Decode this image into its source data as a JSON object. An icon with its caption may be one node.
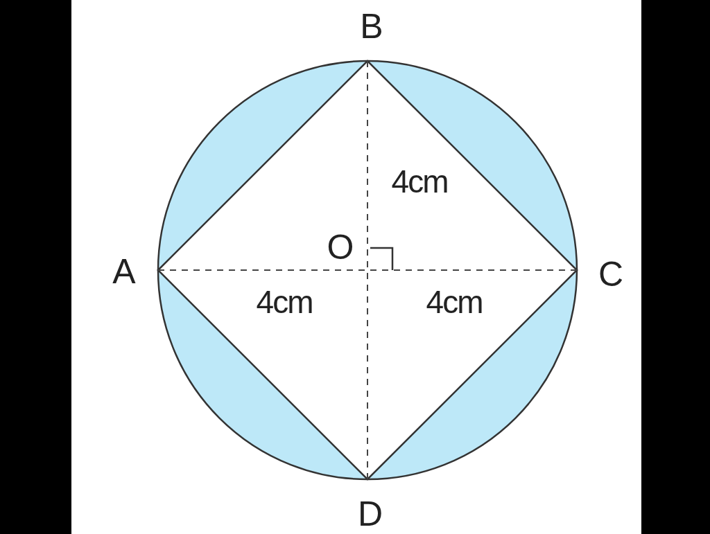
{
  "diagram": {
    "labels": [
      "B",
      "4cm",
      "O",
      "A",
      "C",
      "4cm",
      "4cm",
      "D"
    ]
  }
}
